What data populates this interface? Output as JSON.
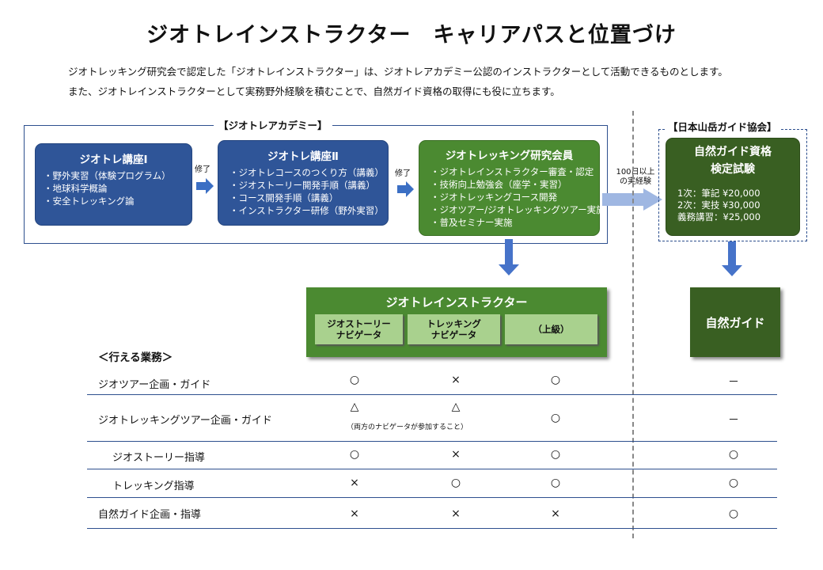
{
  "title": "ジオトレインストラクター　キャリアパスと位置づけ",
  "intro_line1": "ジオトレッキング研究会で認定した「ジオトレインストラクター」は、ジオトレアカデミー公認のインストラクターとして活動できるものとします。",
  "intro_line2": "また、ジオトレインストラクターとして実務野外経験を積むことで、自然ガイド資格の取得にも役に立ちます。",
  "academy_label": "【ジオトレアカデミー】",
  "course1": {
    "title": "ジオトレ講座Ⅰ",
    "items": [
      "・野外実習（体験プログラム）",
      "・地球科学概論",
      "・安全トレッキング論"
    ]
  },
  "completed_label": "修了",
  "course2": {
    "title": "ジオトレ講座Ⅱ",
    "items": [
      "・ジオトレコースのつくり方（講義）",
      "・ジオストーリー開発手順（講義）",
      "・コース開発手順（講義）",
      "・インストラクター研修（野外実習）"
    ]
  },
  "member": {
    "title": "ジオトレッキング研究会員",
    "items": [
      "・ジオトレインストラクター審査・認定",
      "・技術向上勉強会（座学・実習）",
      "・ジオトレッキングコース開発",
      "・ジオツアー/ジオトレッキングツアー実施",
      "・普及セミナー実施"
    ]
  },
  "days_label_1": "100日以上",
  "days_label_2": "の実経験",
  "jmga_label": "【日本山岳ガイド協会】",
  "exam": {
    "title_1": "自然ガイド資格",
    "title_2": "検定試験",
    "fees": [
      "1次：筆記 ¥20,000",
      "2次：実技 ¥30,000",
      "義務講習：¥25,000"
    ]
  },
  "instructor": {
    "title": "ジオトレインストラクター",
    "sub1_line1": "ジオストーリー",
    "sub1_line2": "ナビゲータ",
    "sub2_line1": "トレッキング",
    "sub2_line2": "ナビゲータ",
    "sub3": "（上級）"
  },
  "natural_guide": "自然ガイド",
  "duties_header": "＜行える業務＞",
  "rows": [
    {
      "label": "ジオツアー企画・ガイド",
      "marks": [
        "○",
        "×",
        "○",
        "－"
      ]
    },
    {
      "label": "ジオトレッキングツアー企画・ガイド",
      "marks": [
        "△",
        "△",
        "○",
        "－"
      ],
      "note": "（両方のナビゲータが参加すること）"
    },
    {
      "label": "ジオストーリー指導",
      "marks": [
        "○",
        "×",
        "○",
        "○"
      ]
    },
    {
      "label": "トレッキング指導",
      "marks": [
        "×",
        "○",
        "○",
        "○"
      ]
    },
    {
      "label": "自然ガイド企画・指導",
      "marks": [
        "×",
        "×",
        "×",
        "○"
      ]
    }
  ]
}
